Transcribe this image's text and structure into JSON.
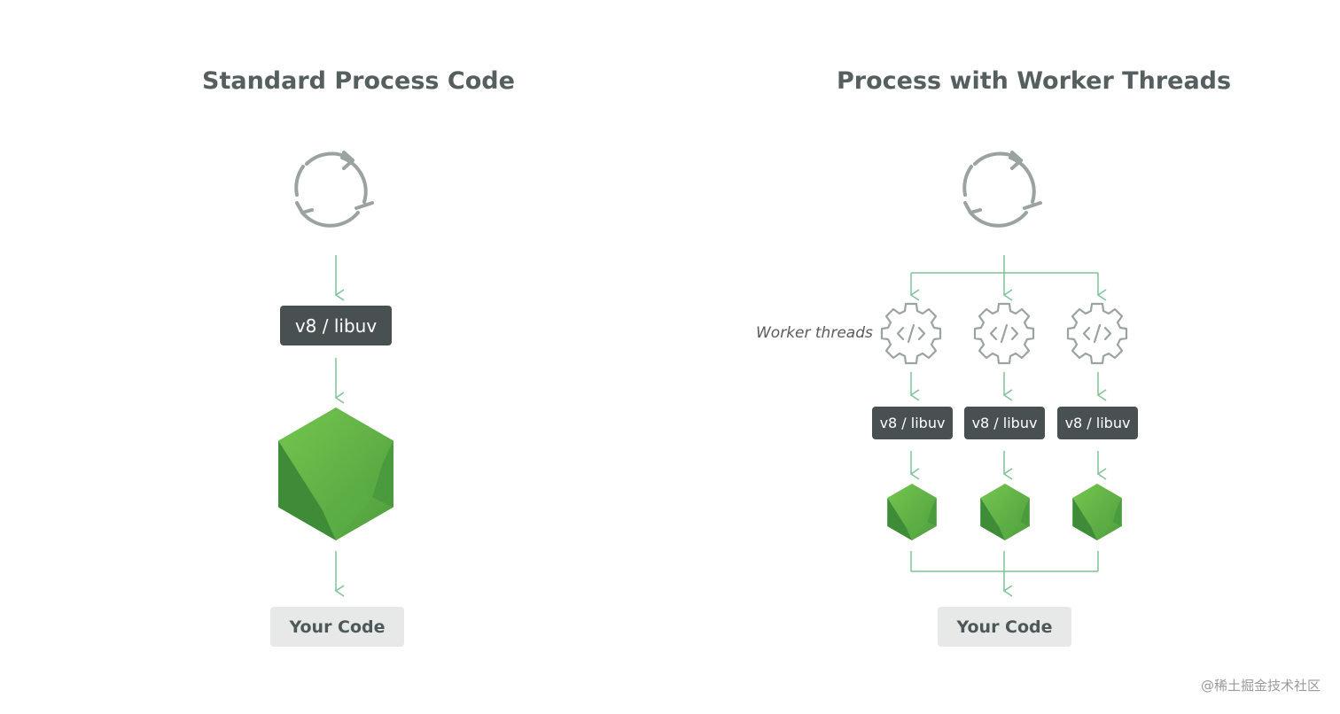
{
  "left": {
    "title": "Standard Process Code",
    "engine_label": "v8 / libuv",
    "output_label": "Your Code"
  },
  "right": {
    "title": "Process with Worker Threads",
    "workers_label": "Worker threads",
    "worker_boxes": [
      "v8 / libuv",
      "v8 / libuv",
      "v8 / libuv"
    ],
    "output_label": "Your Code"
  },
  "watermark": "@稀土掘金技术社区",
  "colors": {
    "arrow": "#7fc296",
    "icon_gray": "#9aa3a0",
    "node_green_light": "#6cc24a",
    "node_green_dark": "#3f8a3a",
    "dark_box": "#495052",
    "light_box": "#e6e9e8",
    "title_text": "#555f5f"
  },
  "icons": [
    "cycle-icon",
    "gear-code-icon",
    "nodejs-hexagon-icon"
  ]
}
